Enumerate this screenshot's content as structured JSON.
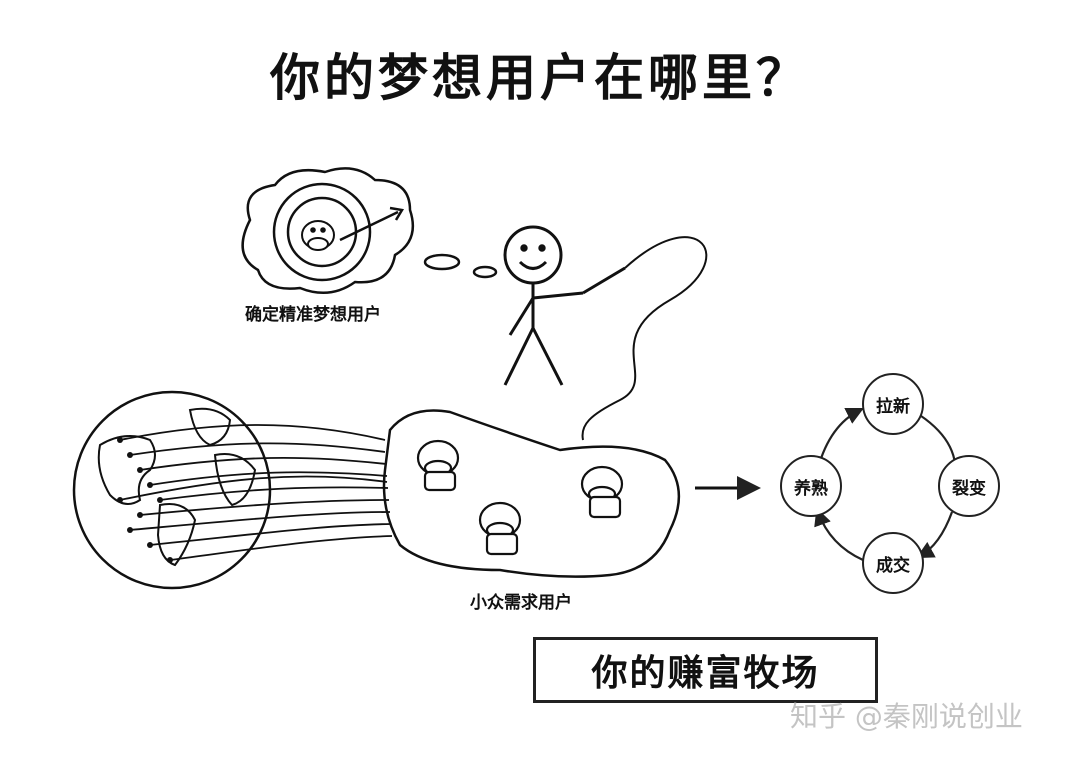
{
  "title": "你的梦想用户在哪里？",
  "labels": {
    "target": "确定精准梦想用户",
    "niche": "小众需求用户"
  },
  "cycle": {
    "top": "拉新",
    "right": "裂变",
    "bottom": "成交",
    "left": "养熟"
  },
  "box_text": "你的赚富牧场",
  "watermark": "知乎 @秦刚说创业"
}
